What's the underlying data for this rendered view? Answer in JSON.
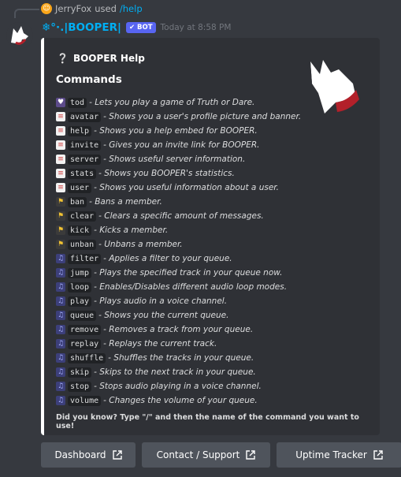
{
  "reply": {
    "user": "JerryFox",
    "used": "used",
    "command": "/help"
  },
  "header": {
    "bot_name": "❄°·.|BOOPER|",
    "badge": "✔ BOT",
    "timestamp": "Today at 8:58 PM"
  },
  "embed": {
    "title": "BOOPER Help",
    "title_icon": "question-icon",
    "section": "Commands",
    "commands": [
      {
        "name": "tod",
        "desc": "- Lets you play a game of Truth or Dare.",
        "icon": "joystick-icon"
      },
      {
        "name": "avatar",
        "desc": "- Shows you a user's profile picture and banner.",
        "icon": "page-icon"
      },
      {
        "name": "help",
        "desc": "- Shows you a help embed for BOOPER.",
        "icon": "page-icon"
      },
      {
        "name": "invite",
        "desc": "- Gives you an invite link for BOOPER.",
        "icon": "page-icon"
      },
      {
        "name": "server",
        "desc": "- Shows useful server information.",
        "icon": "page-icon"
      },
      {
        "name": "stats",
        "desc": "- Shows you BOOPER's statistics.",
        "icon": "page-icon"
      },
      {
        "name": "user",
        "desc": "- Shows you useful information about a user.",
        "icon": "page-icon"
      },
      {
        "name": "ban",
        "desc": "- Bans a member.",
        "icon": "police-icon"
      },
      {
        "name": "clear",
        "desc": "- Clears a specific amount of messages.",
        "icon": "police-icon"
      },
      {
        "name": "kick",
        "desc": "- Kicks a member.",
        "icon": "police-icon"
      },
      {
        "name": "unban",
        "desc": "- Unbans a member.",
        "icon": "police-icon"
      },
      {
        "name": "filter",
        "desc": "- Applies a filter to your queue.",
        "icon": "music-icon"
      },
      {
        "name": "jump",
        "desc": "- Plays the specified track in your queue now.",
        "icon": "music-icon"
      },
      {
        "name": "loop",
        "desc": "- Enables/Disables different audio loop modes.",
        "icon": "music-icon"
      },
      {
        "name": "play",
        "desc": "- Plays audio in a voice channel.",
        "icon": "music-icon"
      },
      {
        "name": "queue",
        "desc": "- Shows you the current queue.",
        "icon": "music-icon"
      },
      {
        "name": "remove",
        "desc": "- Removes a track from your queue.",
        "icon": "music-icon"
      },
      {
        "name": "replay",
        "desc": "- Replays the current track.",
        "icon": "music-icon"
      },
      {
        "name": "shuffle",
        "desc": "- Shuffles the tracks in your queue.",
        "icon": "music-icon"
      },
      {
        "name": "skip",
        "desc": "- Skips to the next track in your queue.",
        "icon": "music-icon"
      },
      {
        "name": "stop",
        "desc": "- Stops audio playing in a voice channel.",
        "icon": "music-icon"
      },
      {
        "name": "volume",
        "desc": "- Changes the volume of your queue.",
        "icon": "music-icon"
      }
    ],
    "footer": "Did you know? Type \"/\" and then the name of the command you want to use!",
    "accent": "#ffffff"
  },
  "buttons": [
    {
      "label": "Dashboard",
      "icon": "external-link-icon"
    },
    {
      "label": "Contact / Support",
      "icon": "external-link-icon"
    },
    {
      "label": "Uptime Tracker",
      "icon": "external-link-icon"
    }
  ],
  "colors": {
    "background": "#36393f",
    "embed": "#2f3136",
    "link": "#00aff4",
    "badge": "#5865f2",
    "button": "#4f545c"
  }
}
